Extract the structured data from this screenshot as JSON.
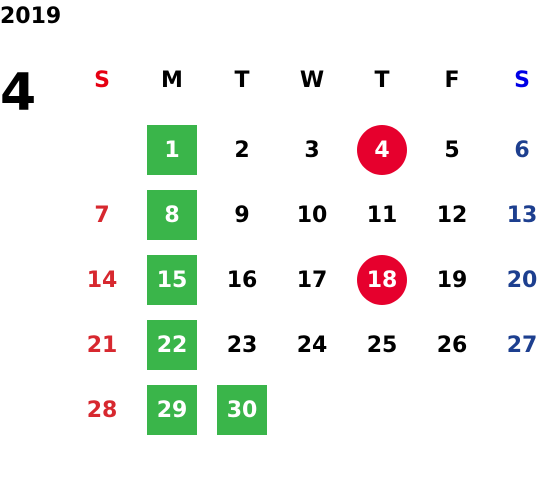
{
  "header": {
    "year": "2019",
    "month": "4"
  },
  "weekdays": [
    "S",
    "M",
    "T",
    "W",
    "T",
    "F",
    "S"
  ],
  "colors": {
    "sunday_header": "#e60012",
    "saturday_header": "#0000e6",
    "sunday_date": "#d7282f",
    "saturday_date": "#1d3f8f",
    "green_highlight": "#3ab54a",
    "red_highlight": "#e6002d"
  },
  "weeks": [
    [
      "",
      "1",
      "2",
      "3",
      "4",
      "5",
      "6"
    ],
    [
      "7",
      "8",
      "9",
      "10",
      "11",
      "12",
      "13"
    ],
    [
      "14",
      "15",
      "16",
      "17",
      "18",
      "19",
      "20"
    ],
    [
      "21",
      "22",
      "23",
      "24",
      "25",
      "26",
      "27"
    ],
    [
      "28",
      "29",
      "30",
      "",
      "",
      "",
      ""
    ]
  ]
}
